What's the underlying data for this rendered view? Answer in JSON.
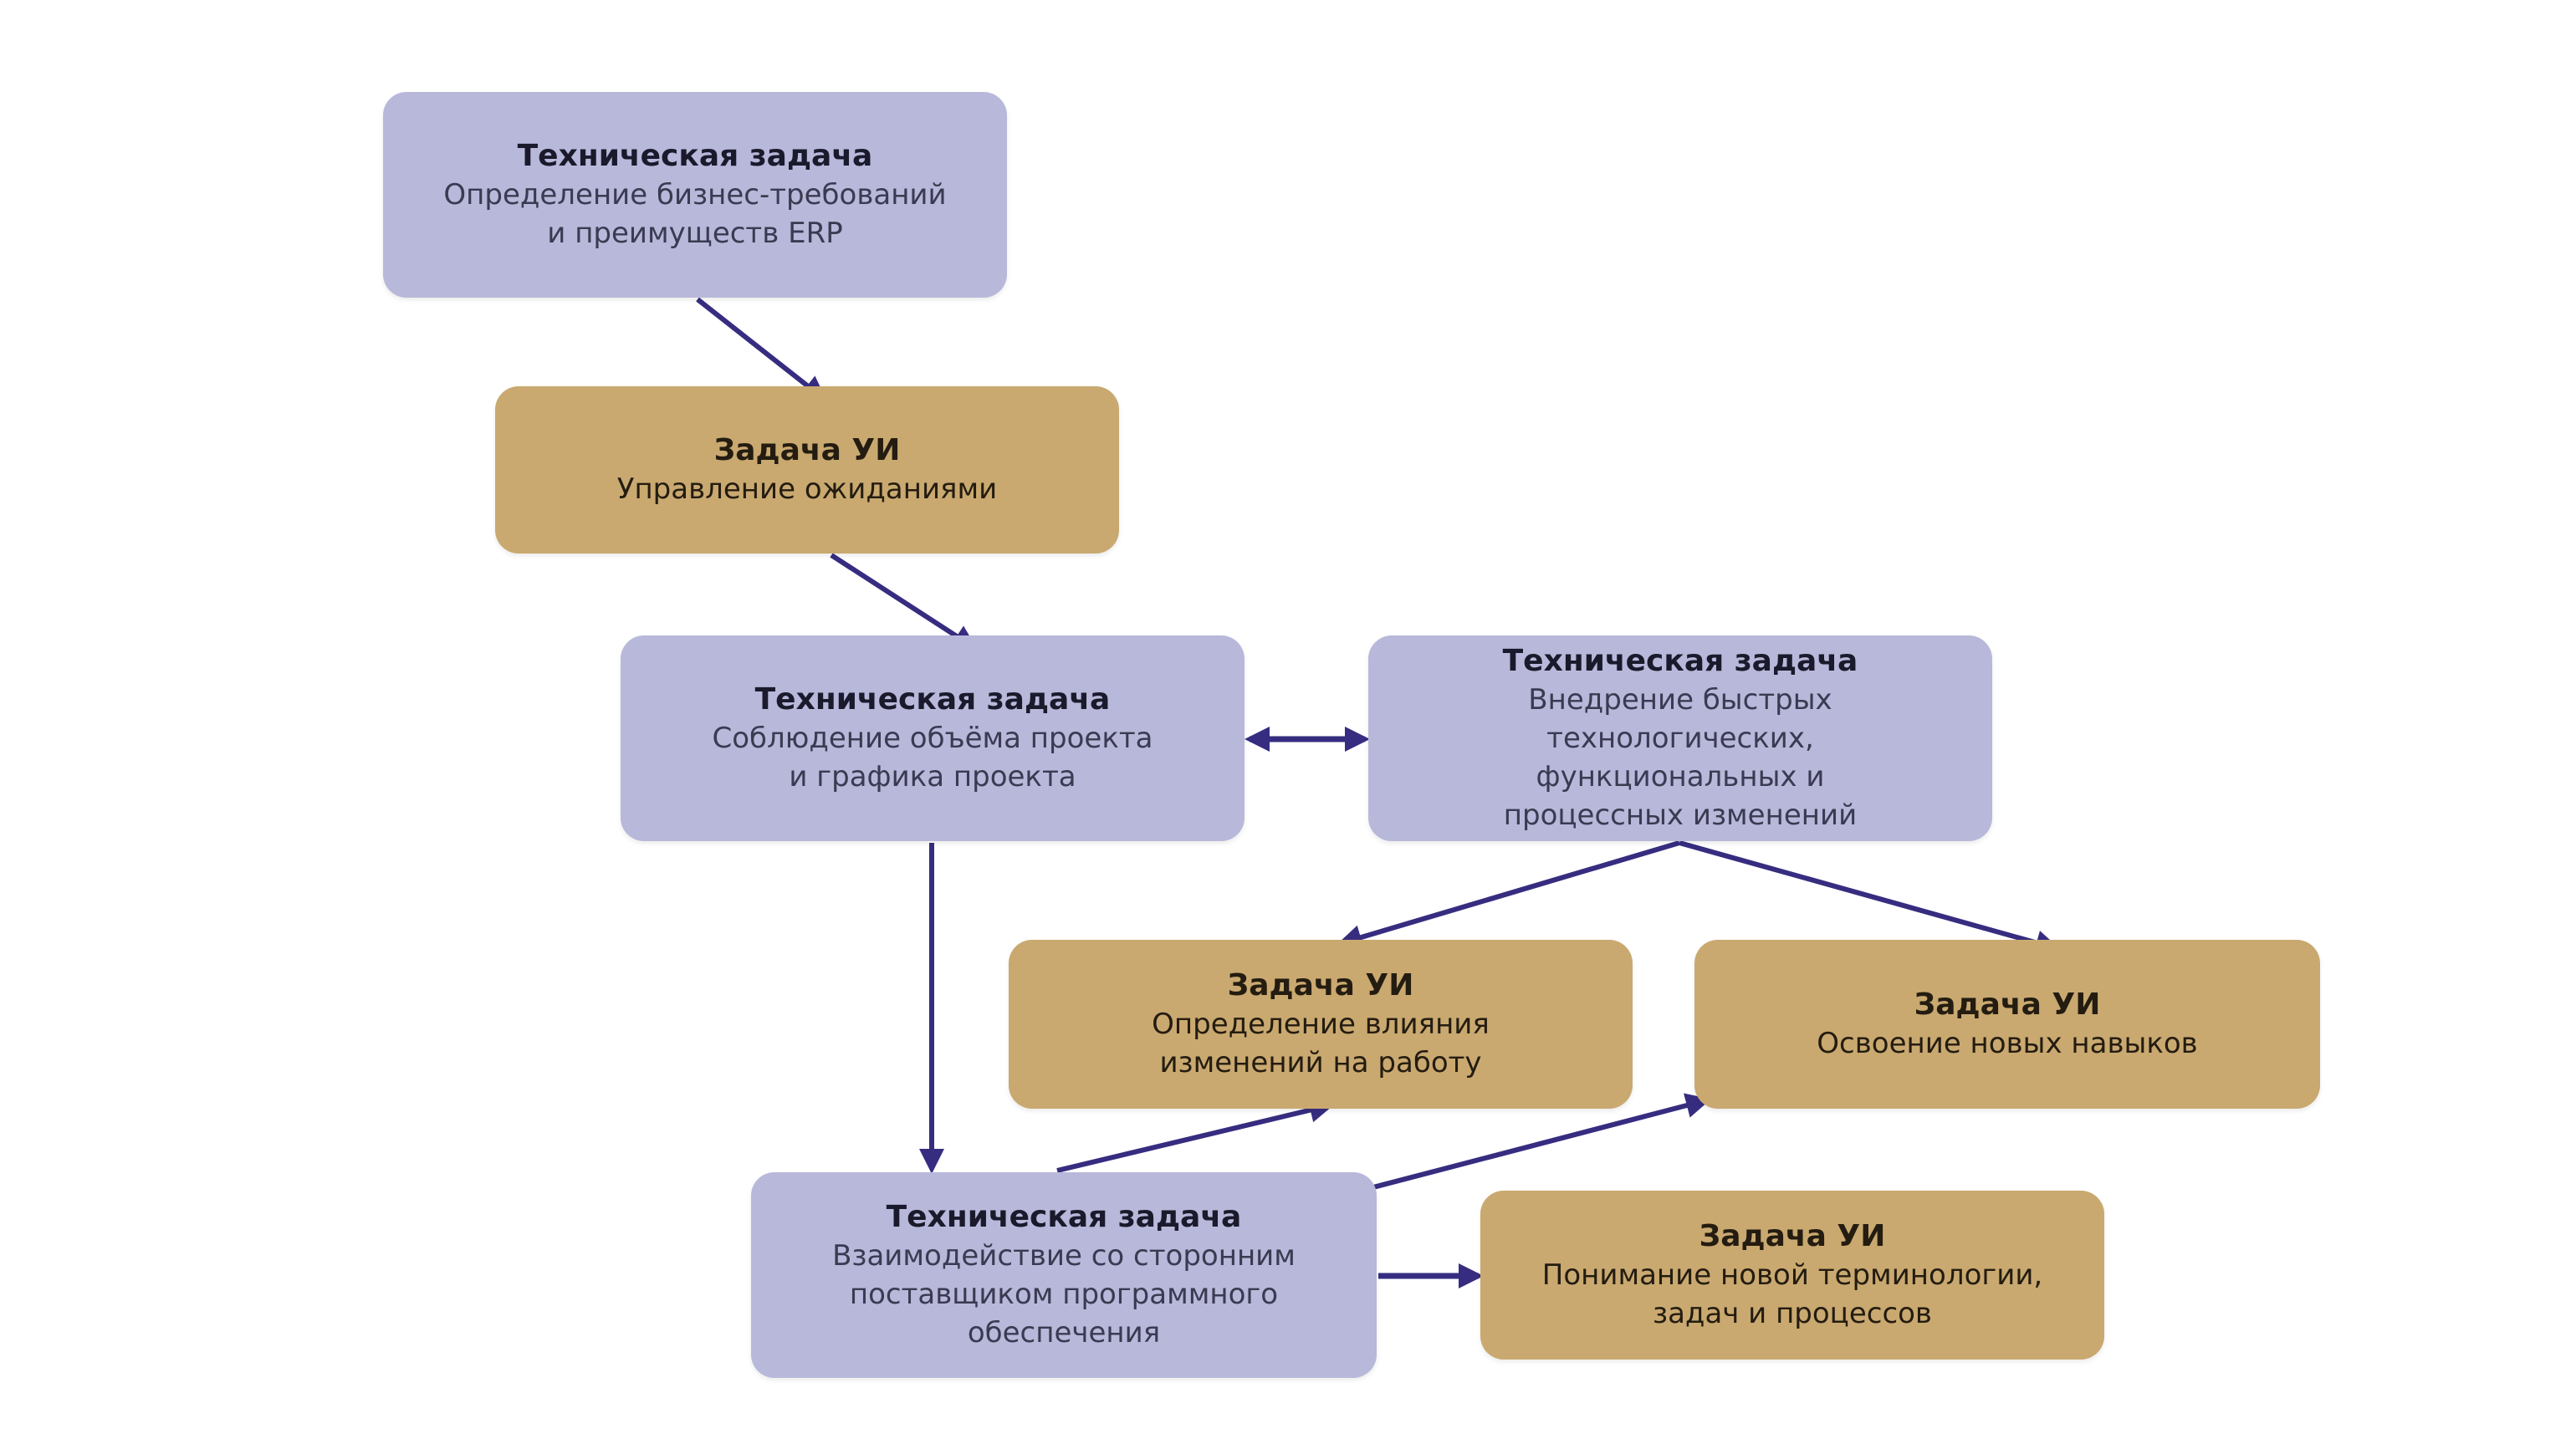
{
  "colors": {
    "technical_box": "#b8b8da",
    "ui_box": "#c9a970",
    "arrow": "#362d80"
  },
  "nodes": [
    {
      "id": "n1",
      "type": "technical",
      "title": "Техническая задача",
      "description": "Определение бизнес-требований\nи преимуществ ERP"
    },
    {
      "id": "n2",
      "type": "ui",
      "title": "Задача УИ",
      "description": "Управление ожиданиями"
    },
    {
      "id": "n3",
      "type": "technical",
      "title": "Техническая задача",
      "description": "Соблюдение объёма проекта\nи графика проекта"
    },
    {
      "id": "n4",
      "type": "technical",
      "title": "Техническая задача",
      "description": "Внедрение быстрых\nтехнологических,\nфункциональных и\nпроцессных изменений"
    },
    {
      "id": "n5",
      "type": "ui",
      "title": "Задача УИ",
      "description": "Определение влияния\nизменений на работу"
    },
    {
      "id": "n6",
      "type": "ui",
      "title": "Задача УИ",
      "description": "Освоение новых навыков"
    },
    {
      "id": "n7",
      "type": "technical",
      "title": "Техническая задача",
      "description": "Взаимодействие со сторонним\nпоставщиком программного\nобеспечения"
    },
    {
      "id": "n8",
      "type": "ui",
      "title": "Задача УИ",
      "description": "Понимание новой терминологии,\nзадач и процессов"
    }
  ],
  "edges": [
    {
      "from": "n1",
      "to": "n2",
      "direction": "forward"
    },
    {
      "from": "n2",
      "to": "n3",
      "direction": "forward"
    },
    {
      "from": "n3",
      "to": "n4",
      "direction": "both"
    },
    {
      "from": "n4",
      "to": "n5",
      "direction": "forward"
    },
    {
      "from": "n4",
      "to": "n6",
      "direction": "forward"
    },
    {
      "from": "n3",
      "to": "n7",
      "direction": "forward"
    },
    {
      "from": "n7",
      "to": "n5",
      "direction": "forward"
    },
    {
      "from": "n7",
      "to": "n6",
      "direction": "forward"
    },
    {
      "from": "n7",
      "to": "n8",
      "direction": "forward"
    }
  ]
}
